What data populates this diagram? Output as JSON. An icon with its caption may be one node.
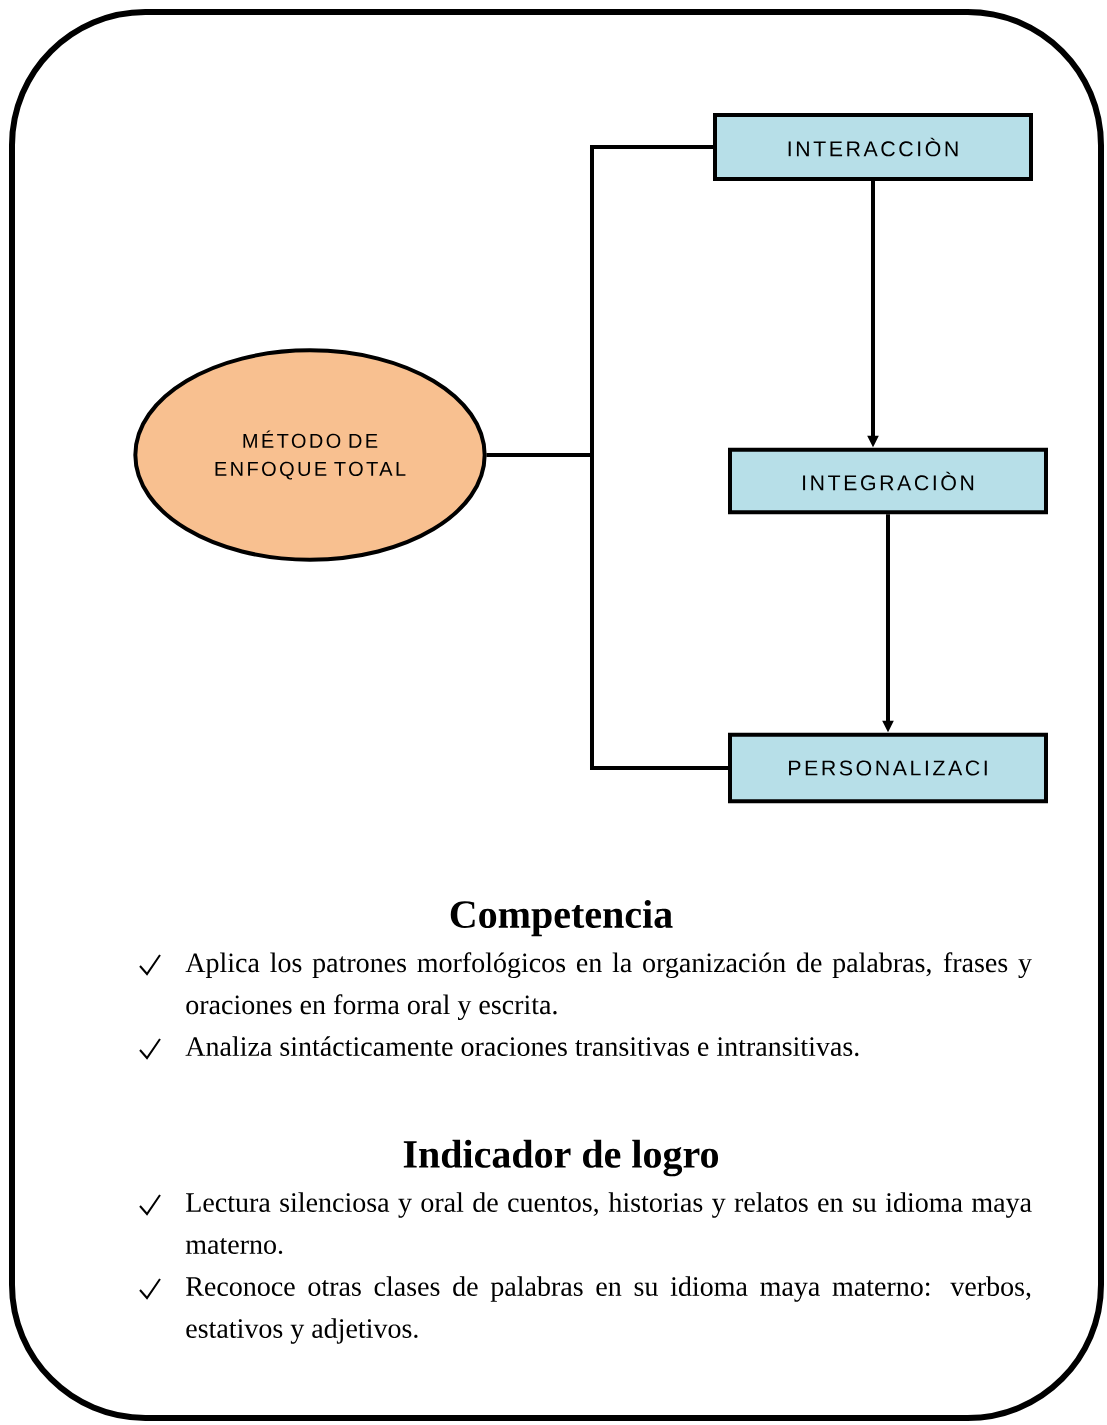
{
  "diagram": {
    "nodes": [
      {
        "text": [
          "MÉTODO DE ENFOQUE TOTAL"
        ]
      },
      {
        "text": [
          "INTERACCIÒN"
        ]
      },
      {
        "text": [
          "INTEGRACIÒN"
        ]
      },
      {
        "text": [
          "PERSONALIZACI"
        ]
      }
    ],
    "edges": [
      {
        "from": 0,
        "to": 1,
        "arrow": "none"
      },
      {
        "from": 0,
        "to": 3,
        "arrow": "none"
      },
      {
        "from": 1,
        "to": 2,
        "arrow": "to"
      },
      {
        "from": 2,
        "to": 3,
        "arrow": "to"
      }
    ],
    "labels": [
      "Competencia",
      "Aplica los patrones morfológicos en la organización de palabras, frases y oraciones en forma oral y escrita.",
      "Analiza sintácticamente oraciones transitivas e intransitivas.",
      "Indicador de logro",
      "Lectura silenciosa y oral de cuentos, historias y relatos en su idioma maya materno.",
      "Reconoce otras clases de palabras en su idioma maya materno: verbos, estativos y adjetivos."
    ]
  }
}
